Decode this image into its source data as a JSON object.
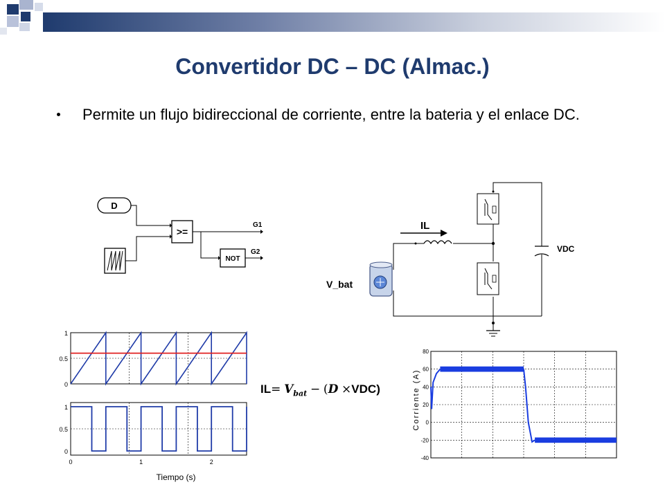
{
  "slide": {
    "title": "Convertidor DC – DC (Almac.)",
    "bullet": "Permite un flujo bidireccional de corriente, entre la bateria y el enlace DC."
  },
  "pwm_diagram": {
    "const_block": "D",
    "compare_block": ">=",
    "not_block": "NOT",
    "gate1": "G1",
    "gate2": "G2"
  },
  "circuit": {
    "current_label": "IL",
    "battery_label": "V_bat",
    "dc_label": "VDC"
  },
  "equation": {
    "lhs": "IL",
    "eq": "=",
    "v": "V",
    "v_sub": "bat",
    "minus": "−",
    "lparen": "(",
    "d": "D",
    "times": "×",
    "rhs": "VDC)"
  },
  "colors": {
    "title": "#1f3b6e",
    "plot_blue": "#1f3ba8",
    "plot_red": "#e02020",
    "plot_current": "#1a3de0"
  },
  "chart_data": [
    {
      "type": "line",
      "title": "",
      "ylim": [
        0,
        1
      ],
      "yticks": [
        "0",
        "0.5",
        "1"
      ],
      "grid": true,
      "series": [
        {
          "kind": "sawtooth",
          "period": 0.5,
          "amplitude": 1
        },
        {
          "kind": "constant",
          "value": 0.6
        }
      ]
    },
    {
      "type": "line",
      "title": "",
      "xlabel": "Tiempo (s)",
      "xlim": [
        0,
        2.5
      ],
      "xticks": [
        "0",
        "1",
        "2"
      ],
      "ylim": [
        0,
        1
      ],
      "yticks": [
        "0",
        "0.5",
        "1"
      ],
      "grid": true,
      "series": [
        {
          "kind": "pulse",
          "period": 0.5,
          "duty": 0.4,
          "high": 1,
          "low": 0
        }
      ]
    },
    {
      "type": "line",
      "title": "",
      "ylabel": "Corriente (A)",
      "ylim": [
        -40,
        80
      ],
      "yticks": [
        "80",
        "60",
        "40",
        "20",
        "0",
        "-20",
        "-40"
      ],
      "grid": true,
      "series": [
        {
          "kind": "step_response",
          "t_rise_end": 0.05,
          "level_1": 60,
          "t_step": 0.5,
          "level_2": -20,
          "ripple": 3
        }
      ]
    }
  ]
}
